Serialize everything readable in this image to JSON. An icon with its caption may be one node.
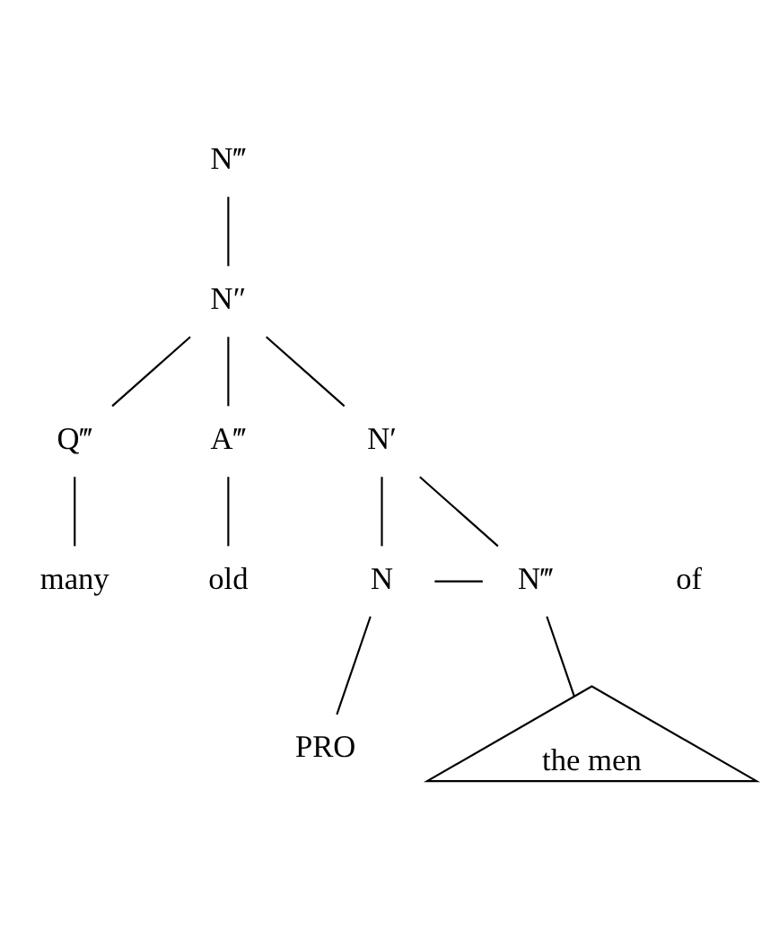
{
  "diagram": {
    "nodes": [
      {
        "text": [
          "N‴"
        ]
      },
      {
        "text": [
          "N″"
        ]
      },
      {
        "text": [
          "Q‴"
        ]
      },
      {
        "text": [
          "A‴"
        ]
      },
      {
        "text": [
          "N′"
        ]
      },
      {
        "text": [
          "many"
        ]
      },
      {
        "text": [
          "old"
        ]
      },
      {
        "text": [
          "N"
        ]
      },
      {
        "text": [
          "of"
        ]
      },
      {
        "text": [
          "N‴"
        ]
      },
      {
        "text": [
          "PRO"
        ]
      },
      {
        "text": [
          "the men"
        ]
      }
    ],
    "edges": [
      {
        "from": 0,
        "to": 1,
        "arrow": "none"
      },
      {
        "from": 1,
        "to": 2,
        "arrow": "none"
      },
      {
        "from": 1,
        "to": 3,
        "arrow": "none"
      },
      {
        "from": 1,
        "to": 4,
        "arrow": "none"
      },
      {
        "from": 2,
        "to": 5,
        "arrow": "none"
      },
      {
        "from": 3,
        "to": 6,
        "arrow": "none"
      },
      {
        "from": 4,
        "to": 7,
        "arrow": "none"
      },
      {
        "from": 4,
        "to": 9,
        "arrow": "none"
      },
      {
        "from": 7,
        "to": 9,
        "arrow": "none"
      },
      {
        "from": 7,
        "to": 10,
        "arrow": "none"
      },
      {
        "from": 9,
        "to": 11,
        "arrow": "none"
      }
    ]
  }
}
